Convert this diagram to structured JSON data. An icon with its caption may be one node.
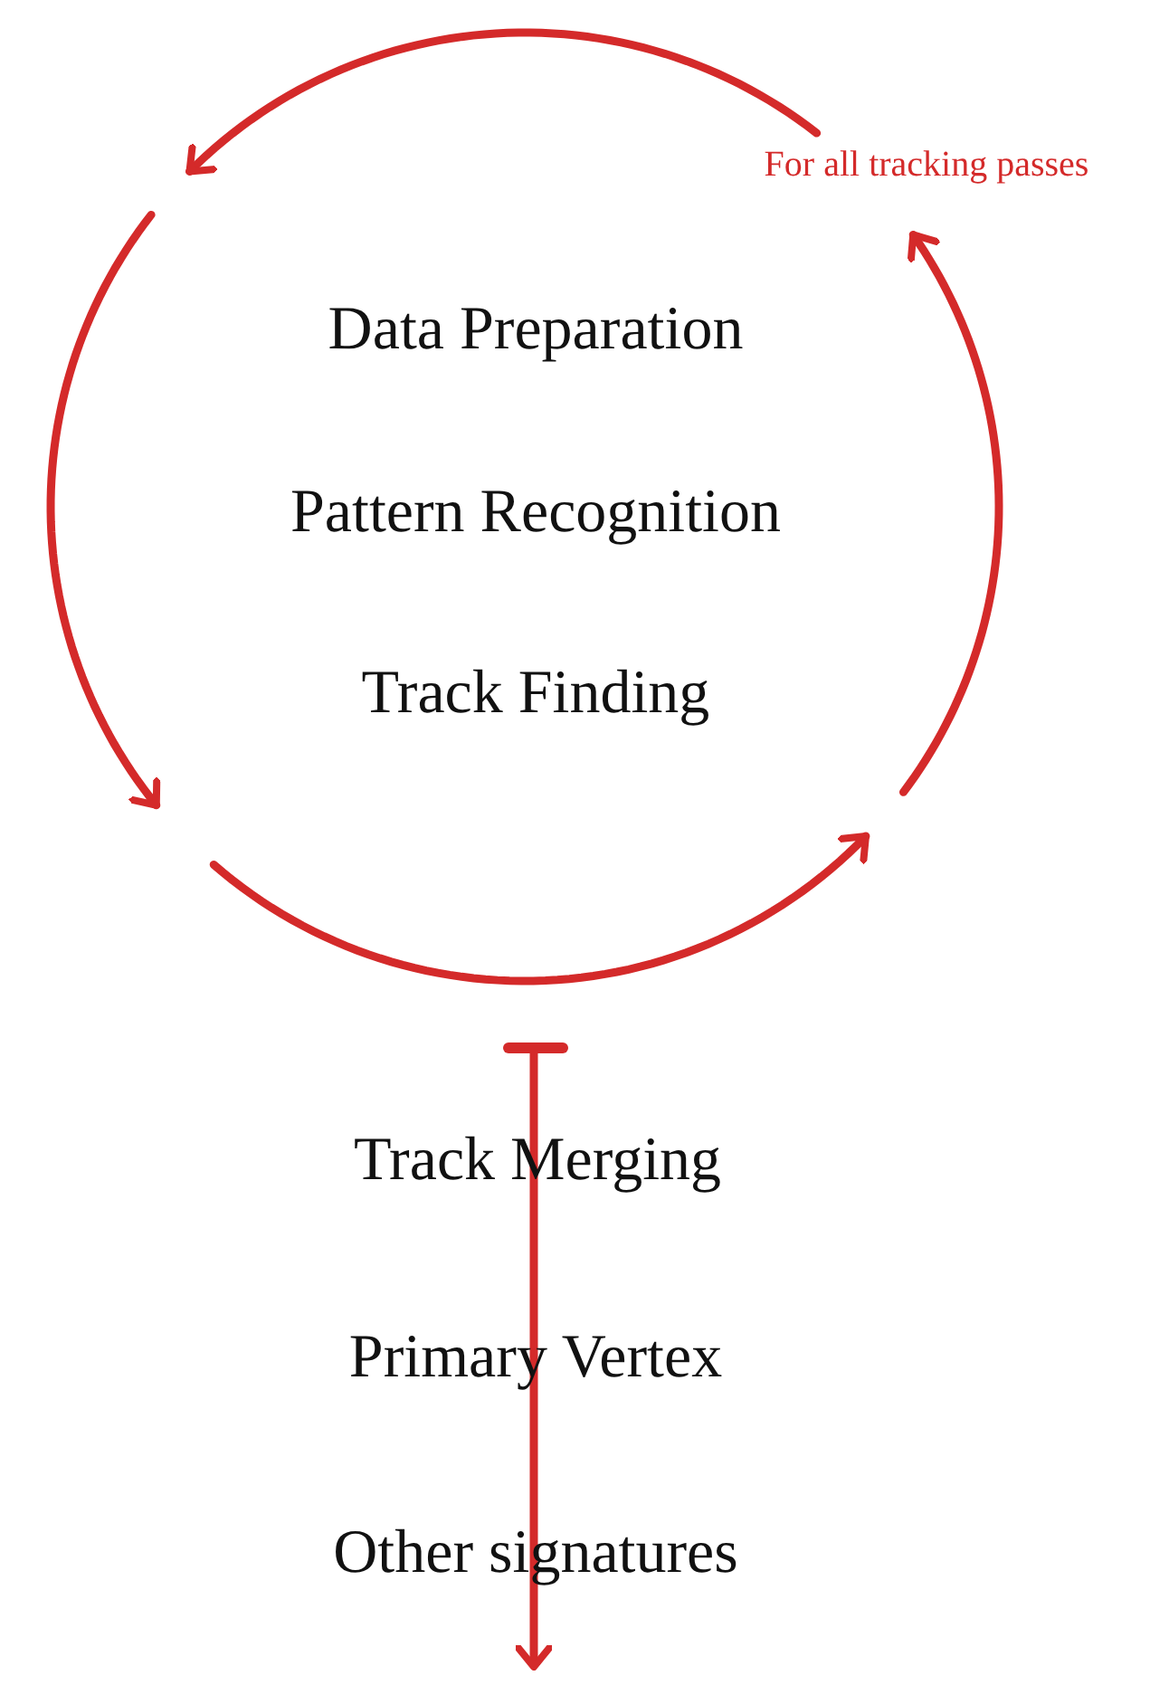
{
  "diagram": {
    "labels": [
      "For all tracking passes",
      "Data Preparation",
      "Pattern Recognition",
      "Track Finding",
      "Track Merging",
      "Primary Vertex",
      "Other signatures"
    ]
  }
}
